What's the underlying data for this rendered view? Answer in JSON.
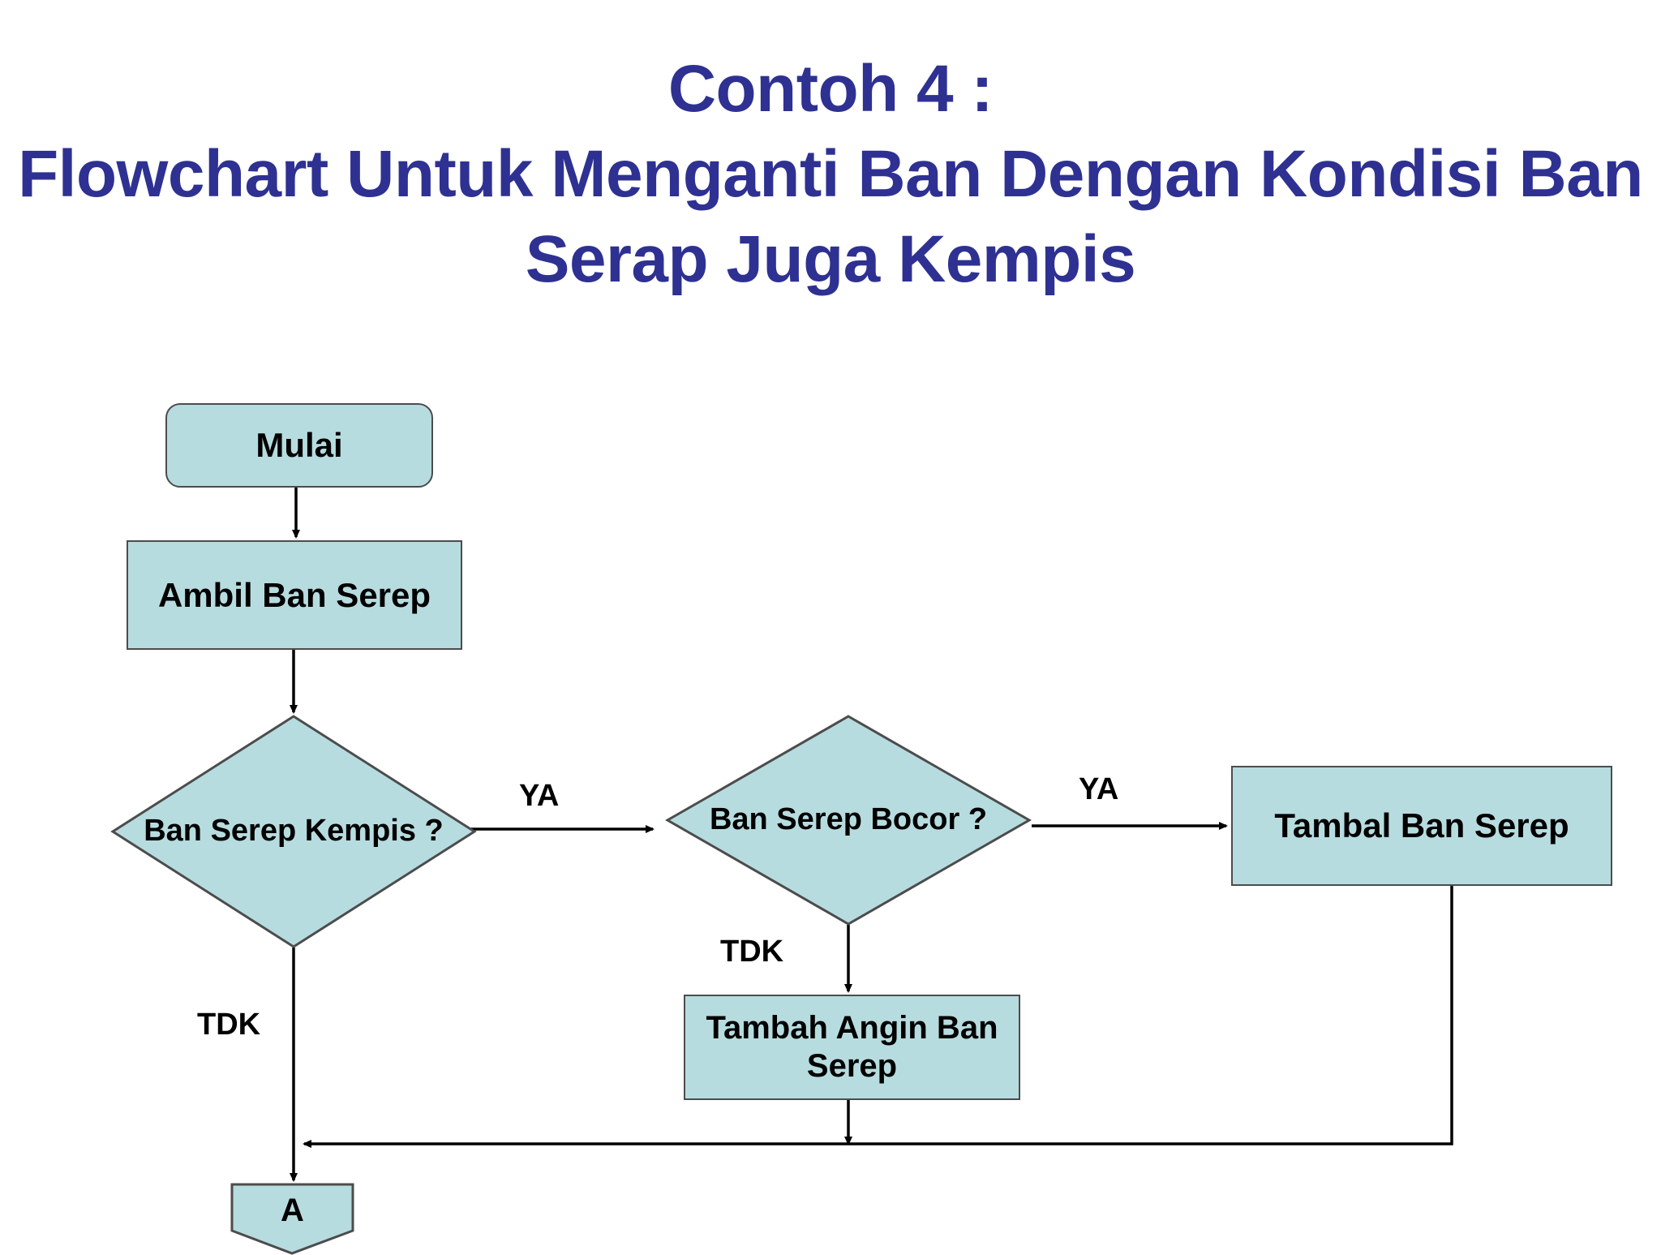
{
  "title": {
    "line1": "Contoh 4 :",
    "line2": "Flowchart Untuk Menganti Ban Dengan Kondisi Ban Serap Juga Kempis",
    "color": "#2e3192"
  },
  "diagram": {
    "type": "flowchart",
    "shape_fill": "#b7dcdf",
    "shape_stroke": "#4c4c4c",
    "nodes": [
      {
        "id": "start",
        "shape": "terminator",
        "label": "Mulai"
      },
      {
        "id": "ambil",
        "shape": "process",
        "label": "Ambil Ban Serep"
      },
      {
        "id": "kempis",
        "shape": "decision",
        "label": "Ban Serep Kempis ?"
      },
      {
        "id": "bocor",
        "shape": "decision",
        "label": "Ban Serep Bocor ?"
      },
      {
        "id": "tambal",
        "shape": "process",
        "label": "Tambal Ban Serep"
      },
      {
        "id": "tambah-angin",
        "shape": "process",
        "label": "Tambah Angin Ban Serep"
      },
      {
        "id": "connector-a",
        "shape": "connector",
        "label": "A"
      }
    ],
    "edge_labels": {
      "kempis_yes": "YA",
      "kempis_no": "TDK",
      "bocor_yes": "YA",
      "bocor_no": "TDK"
    }
  }
}
